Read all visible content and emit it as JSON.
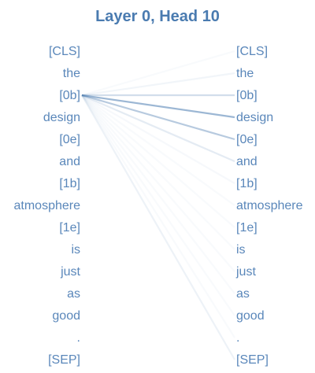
{
  "title": "Layer 0, Head 10",
  "accent_color": "#4a7bb0",
  "text_color": "#5a87ba",
  "left_tokens": [
    "[CLS]",
    "the",
    "[0b]",
    "design",
    "[0e]",
    "and",
    "[1b]",
    "atmosphere",
    "[1e]",
    "is",
    "just",
    "as",
    "good",
    ".",
    "[SEP]"
  ],
  "right_tokens": [
    "[CLS]",
    "the",
    "[0b]",
    "design",
    "[0e]",
    "and",
    "[1b]",
    "atmosphere",
    "[1e]",
    "is",
    "just",
    "as",
    "good",
    ".",
    "[SEP]"
  ],
  "source_index": 2,
  "attention": [
    0.01,
    0.08,
    0.25,
    0.55,
    0.4,
    0.15,
    0.05,
    0.02,
    0.01,
    0.01,
    0.01,
    0.01,
    0.01,
    0.02,
    0.1
  ]
}
